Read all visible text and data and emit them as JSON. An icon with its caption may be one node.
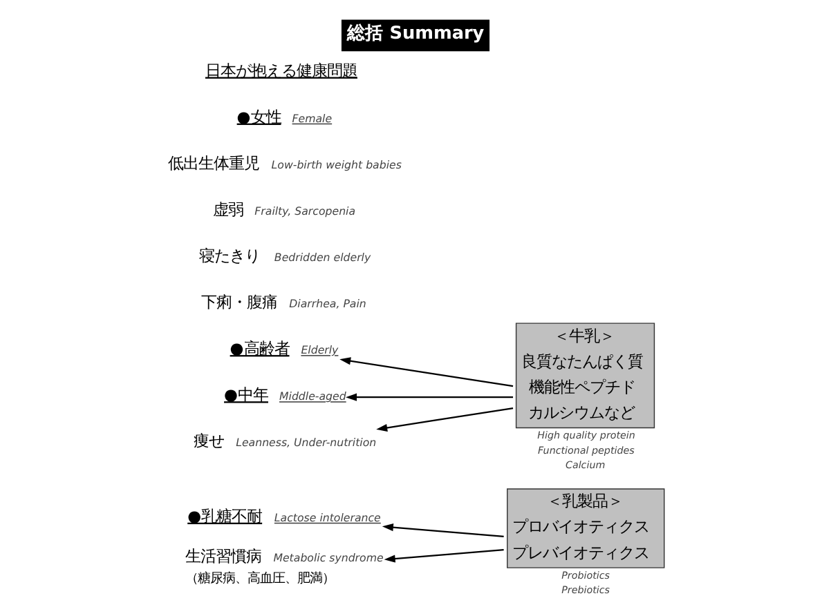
{
  "diagram": {
    "title": "総括 Summary",
    "nodes": [
      {
        "text": [
          "●女性",
          "Female"
        ]
      },
      {
        "text": [
          "痩せ",
          "Leanness, Under-nutrition"
        ]
      },
      {
        "text": [
          "低出生体重児",
          "Low-birth weight babies"
        ]
      },
      {
        "text": [
          "●中年",
          "Middle-aged"
        ]
      },
      {
        "text": [
          "生活習慣病",
          "Metabolic syndrome",
          "（糖尿病、高血圧、肥満）"
        ]
      },
      {
        "text": [
          "●高齢者",
          "Elderly"
        ]
      },
      {
        "text": [
          "虚弱",
          "Frailty, Sarcopenia"
        ]
      },
      {
        "text": [
          "寝たきり",
          "Bedridden elderly"
        ]
      },
      {
        "text": [
          "●乳糖不耐",
          "Lactose intolerance"
        ]
      },
      {
        "text": [
          "下痢・腹痛",
          "Diarrhea, Pain"
        ]
      },
      {
        "text": [
          "＜牛乳＞",
          "良質なたんぱく質",
          "機能性ペプチド",
          "カルシウムなど"
        ],
        "beside": [
          "High quality protein",
          "Functional peptides",
          "Calcium"
        ]
      },
      {
        "text": [
          "＜乳製品＞",
          "プロバイオティクス",
          "プレバイオティクス"
        ],
        "beside": [
          "Probiotics",
          "Prebiotics"
        ]
      }
    ],
    "edges": [
      {
        "from": 10,
        "to": 1,
        "arrow": "to"
      },
      {
        "from": 10,
        "to": 3,
        "arrow": "to"
      },
      {
        "from": 10,
        "to": 5,
        "arrow": "to"
      },
      {
        "from": 11,
        "to": 4,
        "arrow": "to"
      },
      {
        "from": 11,
        "to": 8,
        "arrow": "to"
      }
    ],
    "labels": [
      "日本が抱える健康問題"
    ]
  }
}
